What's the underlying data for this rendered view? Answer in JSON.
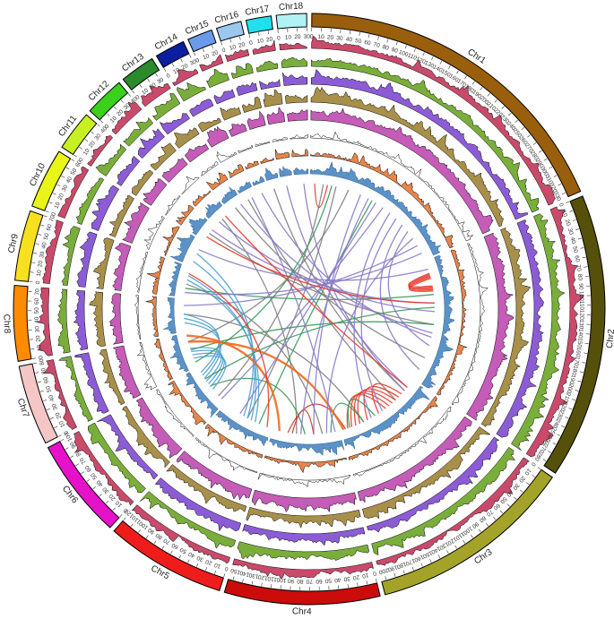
{
  "chart_data": {
    "type": "circos",
    "tick_step_mb": 10,
    "chromosomes": [
      {
        "name": "Chr1",
        "length": 335,
        "color": "#9a5f0c"
      },
      {
        "name": "Chr2",
        "length": 285,
        "color": "#55500a"
      },
      {
        "name": "Chr3",
        "length": 205,
        "color": "#a3a32a"
      },
      {
        "name": "Chr4",
        "length": 155,
        "color": "#cc0b0b"
      },
      {
        "name": "Chr5",
        "length": 120,
        "color": "#ef1c1c"
      },
      {
        "name": "Chr6",
        "length": 100,
        "color": "#e512c9"
      },
      {
        "name": "Chr7",
        "length": 80,
        "color": "#f5c6c6"
      },
      {
        "name": "Chr8",
        "length": 75,
        "color": "#ff8c00"
      },
      {
        "name": "Chr9",
        "length": 70,
        "color": "#f7e01e"
      },
      {
        "name": "Chr10",
        "length": 60,
        "color": "#e8f516"
      },
      {
        "name": "Chr11",
        "length": 40,
        "color": "#c8f020"
      },
      {
        "name": "Chr12",
        "length": 40,
        "color": "#3bd01c"
      },
      {
        "name": "Chr13",
        "length": 35,
        "color": "#2b8a2b"
      },
      {
        "name": "Chr14",
        "length": 30,
        "color": "#0b1f9e"
      },
      {
        "name": "Chr15",
        "length": 25,
        "color": "#6a9ae8"
      },
      {
        "name": "Chr16",
        "length": 25,
        "color": "#9cc8f0"
      },
      {
        "name": "Chr17",
        "length": 25,
        "color": "#1fe0ec"
      },
      {
        "name": "Chr18",
        "length": 30,
        "color": "#b0f2f5"
      }
    ],
    "tracks": [
      {
        "color": "#c94a6a",
        "outline": "#000000",
        "level": 0.35
      },
      {
        "color": "#7aae3a",
        "outline": "#000000",
        "level": 0.4
      },
      {
        "color": "#8c5cd6",
        "outline": "#000000",
        "level": 0.45
      },
      {
        "color": "#a8904a",
        "outline": "#000000",
        "level": 0.4
      },
      {
        "color": "#c45cb8",
        "outline": "#000000",
        "level": 0.55
      },
      {
        "color": "#ffffff",
        "outline": "#000000",
        "level": 0.05
      },
      {
        "color": "#e8864a",
        "outline": "#000000",
        "level": 0.15
      },
      {
        "color": "#5b92c8",
        "outline": "#2a5a8a",
        "level": 0.3
      }
    ],
    "link_colors": [
      "#e8382a",
      "#808080",
      "#8a7ac8",
      "#3a9a5a",
      "#4aa0d0",
      "#f06a20",
      "#c83a2a"
    ],
    "links": [
      {
        "c": 1,
        "f": [
          "Chr1",
          30
        ],
        "t": [
          "Chr6",
          20
        ]
      },
      {
        "c": 1,
        "f": [
          "Chr1",
          60
        ],
        "t": [
          "Chr5",
          60
        ]
      },
      {
        "c": 1,
        "f": [
          "Chr1",
          90
        ],
        "t": [
          "Chr7",
          60
        ]
      },
      {
        "c": 1,
        "f": [
          "Chr16",
          10
        ],
        "t": [
          "Chr3",
          30
        ]
      },
      {
        "c": 1,
        "f": [
          "Chr14",
          10
        ],
        "t": [
          "Chr3",
          60
        ]
      },
      {
        "c": 1,
        "f": [
          "Chr13",
          15
        ],
        "t": [
          "Chr2",
          230
        ]
      },
      {
        "c": 1,
        "f": [
          "Chr12",
          20
        ],
        "t": [
          "Chr4",
          100
        ]
      },
      {
        "c": 1,
        "f": [
          "Chr11",
          20
        ],
        "t": [
          "Chr2",
          150
        ]
      },
      {
        "c": 1,
        "f": [
          "Chr9",
          30
        ],
        "t": [
          "Chr4",
          40
        ]
      },
      {
        "c": 1,
        "f": [
          "Chr8",
          40
        ],
        "t": [
          "Chr3",
          150
        ]
      },
      {
        "c": 0,
        "f": [
          "Chr1",
          10
        ],
        "t": [
          "Chr1",
          40
        ]
      },
      {
        "c": 0,
        "f": [
          "Chr2",
          30
        ],
        "t": [
          "Chr2",
          60
        ]
      },
      {
        "c": 0,
        "f": [
          "Chr2",
          33
        ],
        "t": [
          "Chr2",
          63
        ]
      },
      {
        "c": 0,
        "f": [
          "Chr2",
          36
        ],
        "t": [
          "Chr2",
          66
        ]
      },
      {
        "c": 0,
        "f": [
          "Chr2",
          39
        ],
        "t": [
          "Chr2",
          69
        ]
      },
      {
        "c": 0,
        "f": [
          "Chr2",
          42
        ],
        "t": [
          "Chr2",
          72
        ]
      },
      {
        "c": 0,
        "f": [
          "Chr3",
          40
        ],
        "t": [
          "Chr3",
          110
        ]
      },
      {
        "c": 0,
        "f": [
          "Chr3",
          50
        ],
        "t": [
          "Chr3",
          140
        ]
      },
      {
        "c": 0,
        "f": [
          "Chr3",
          60
        ],
        "t": [
          "Chr3",
          160
        ]
      },
      {
        "c": 0,
        "f": [
          "Chr3",
          70
        ],
        "t": [
          "Chr3",
          170
        ]
      },
      {
        "c": 0,
        "f": [
          "Chr3",
          80
        ],
        "t": [
          "Chr3",
          180
        ]
      },
      {
        "c": 0,
        "f": [
          "Chr3",
          90
        ],
        "t": [
          "Chr3",
          190
        ]
      },
      {
        "c": 6,
        "f": [
          "Chr4",
          120
        ],
        "t": [
          "Chr3",
          195
        ]
      },
      {
        "c": 6,
        "f": [
          "Chr4",
          110
        ],
        "t": [
          "Chr4",
          60
        ]
      },
      {
        "c": 3,
        "f": [
          "Chr1",
          150
        ],
        "t": [
          "Chr5",
          30
        ]
      },
      {
        "c": 3,
        "f": [
          "Chr2",
          80
        ],
        "t": [
          "Chr9",
          20
        ]
      },
      {
        "c": 3,
        "f": [
          "Chr2",
          150
        ],
        "t": [
          "Chr7",
          40
        ]
      },
      {
        "c": 3,
        "f": [
          "Chr3",
          120
        ],
        "t": [
          "Chr3",
          185
        ]
      },
      {
        "c": 3,
        "f": [
          "Chr4",
          80
        ],
        "t": [
          "Chr6",
          50
        ]
      },
      {
        "c": 3,
        "f": [
          "Chr3",
          150
        ],
        "t": [
          "Chr4",
          20
        ]
      },
      {
        "c": 4,
        "f": [
          "Chr6",
          40
        ],
        "t": [
          "Chr7",
          20
        ]
      },
      {
        "c": 4,
        "f": [
          "Chr6",
          48
        ],
        "t": [
          "Chr7",
          28
        ]
      },
      {
        "c": 4,
        "f": [
          "Chr6",
          56
        ],
        "t": [
          "Chr7",
          36
        ]
      },
      {
        "c": 4,
        "f": [
          "Chr6",
          64
        ],
        "t": [
          "Chr7",
          44
        ]
      },
      {
        "c": 4,
        "f": [
          "Chr6",
          72
        ],
        "t": [
          "Chr8",
          20
        ]
      },
      {
        "c": 4,
        "f": [
          "Chr6",
          80
        ],
        "t": [
          "Chr8",
          30
        ]
      },
      {
        "c": 4,
        "f": [
          "Chr6",
          88
        ],
        "t": [
          "Chr8",
          40
        ]
      },
      {
        "c": 4,
        "f": [
          "Chr5",
          40
        ],
        "t": [
          "Chr9",
          40
        ]
      },
      {
        "c": 4,
        "f": [
          "Chr5",
          50
        ],
        "t": [
          "Chr9",
          50
        ]
      },
      {
        "c": 4,
        "f": [
          "Chr5",
          60
        ],
        "t": [
          "Chr10",
          10
        ]
      },
      {
        "c": 4,
        "f": [
          "Chr5",
          70
        ],
        "t": [
          "Chr10",
          30
        ]
      },
      {
        "c": 5,
        "f": [
          "Chr7",
          60
        ],
        "t": [
          "Chr3",
          200
        ]
      },
      {
        "c": 5,
        "f": [
          "Chr7",
          75
        ],
        "t": [
          "Chr4",
          140
        ]
      },
      {
        "c": 2,
        "f": [
          "Chr1",
          120
        ],
        "t": [
          "Chr4",
          60
        ]
      },
      {
        "c": 2,
        "f": [
          "Chr1",
          140
        ],
        "t": [
          "Chr4",
          90
        ]
      },
      {
        "c": 2,
        "f": [
          "Chr1",
          160
        ],
        "t": [
          "Chr5",
          80
        ]
      },
      {
        "c": 2,
        "f": [
          "Chr1",
          180
        ],
        "t": [
          "Chr6",
          10
        ]
      },
      {
        "c": 2,
        "f": [
          "Chr1",
          200
        ],
        "t": [
          "Chr3",
          130
        ]
      },
      {
        "c": 2,
        "f": [
          "Chr1",
          220
        ],
        "t": [
          "Chr3",
          100
        ]
      },
      {
        "c": 2,
        "f": [
          "Chr1",
          240
        ],
        "t": [
          "Chr2",
          260
        ]
      },
      {
        "c": 2,
        "f": [
          "Chr1",
          260
        ],
        "t": [
          "Chr2",
          200
        ]
      },
      {
        "c": 2,
        "f": [
          "Chr1",
          280
        ],
        "t": [
          "Chr4",
          30
        ]
      },
      {
        "c": 2,
        "f": [
          "Chr1",
          300
        ],
        "t": [
          "Chr8",
          60
        ]
      },
      {
        "c": 2,
        "f": [
          "Chr1",
          320
        ],
        "t": [
          "Chr9",
          10
        ]
      },
      {
        "c": 2,
        "f": [
          "Chr2",
          20
        ],
        "t": [
          "Chr10",
          40
        ]
      },
      {
        "c": 2,
        "f": [
          "Chr2",
          100
        ],
        "t": [
          "Chr11",
          30
        ]
      },
      {
        "c": 2,
        "f": [
          "Chr2",
          120
        ],
        "t": [
          "Chr12",
          10
        ]
      },
      {
        "c": 2,
        "f": [
          "Chr2",
          170
        ],
        "t": [
          "Chr13",
          30
        ]
      },
      {
        "c": 2,
        "f": [
          "Chr2",
          180
        ],
        "t": [
          "Chr15",
          10
        ]
      },
      {
        "c": 2,
        "f": [
          "Chr3",
          20
        ],
        "t": [
          "Chr17",
          10
        ]
      },
      {
        "c": 2,
        "f": [
          "Chr3",
          30
        ],
        "t": [
          "Chr18",
          20
        ]
      },
      {
        "c": 2,
        "f": [
          "Chr4",
          10
        ],
        "t": [
          "Chr14",
          20
        ]
      },
      {
        "c": 3,
        "f": [
          "Chr1",
          50
        ],
        "t": [
          "Chr7",
          10
        ]
      },
      {
        "c": 3,
        "f": [
          "Chr2",
          110
        ],
        "t": [
          "Chr6",
          70
        ]
      },
      {
        "c": 0,
        "f": [
          "Chr12",
          30
        ],
        "t": [
          "Chr3",
          20
        ]
      },
      {
        "c": 0,
        "f": [
          "Chr11",
          10
        ],
        "t": [
          "Chr2",
          100
        ]
      },
      {
        "c": 0,
        "f": [
          "Chr9",
          55
        ],
        "t": [
          "Chr5",
          10
        ]
      }
    ]
  }
}
